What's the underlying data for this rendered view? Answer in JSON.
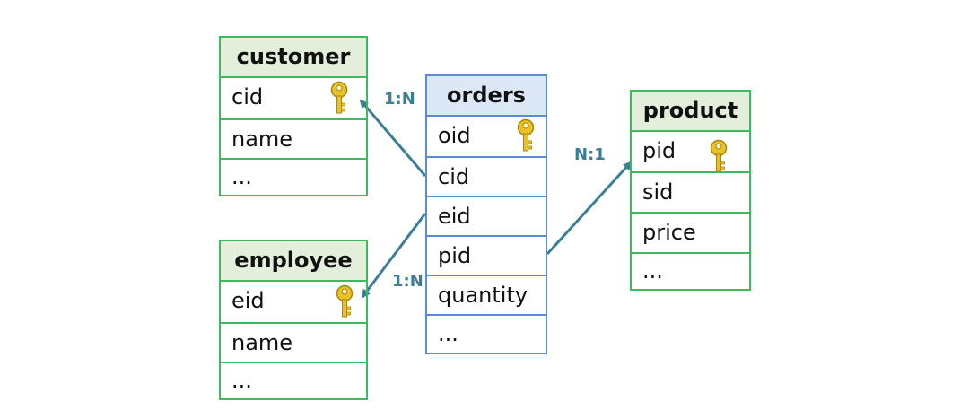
{
  "tables": {
    "customer": {
      "title": "customer",
      "fields": [
        "cid",
        "name",
        "..."
      ]
    },
    "employee": {
      "title": "employee",
      "fields": [
        "eid",
        "name",
        "..."
      ]
    },
    "orders": {
      "title": "orders",
      "fields": [
        "oid",
        "cid",
        "eid",
        "pid",
        "quantity",
        "..."
      ]
    },
    "product": {
      "title": "product",
      "fields": [
        "pid",
        "sid",
        "price",
        "..."
      ]
    }
  },
  "relations": {
    "orders_customer": "1:N",
    "orders_employee": "1:N",
    "orders_product": "N:1"
  },
  "colors": {
    "entity_border": "#3dba5c",
    "entity_header": "#e3efda",
    "orders_border": "#5b8bd1",
    "orders_header": "#dde8f6",
    "link": "#3b7f96",
    "key": "#e8c227"
  },
  "icons": {
    "primary_key": "key-icon"
  }
}
